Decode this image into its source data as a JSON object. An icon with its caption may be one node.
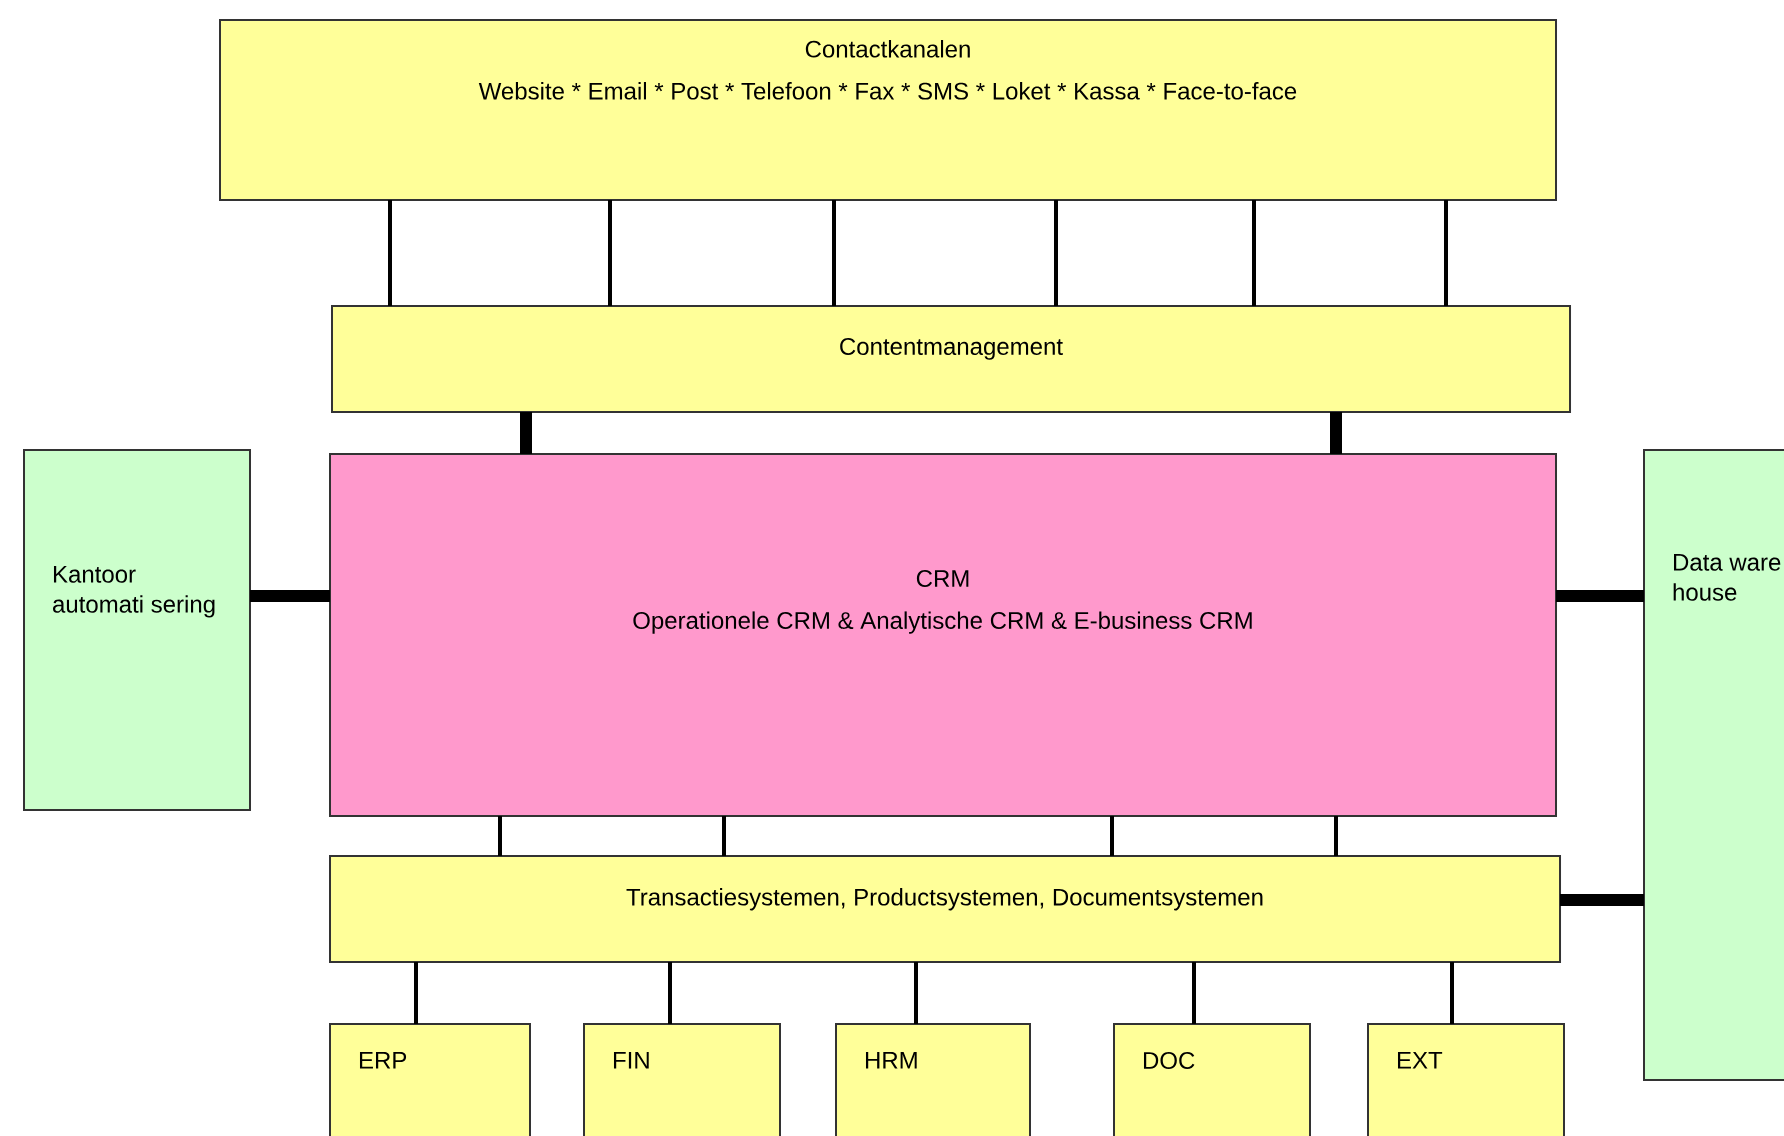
{
  "diagram": {
    "nodes": [
      {
        "text": [
          "Contactkanalen",
          "Website * Email * Post * Telefoon * Fax * SMS * Loket * Kassa * Face-to-face"
        ]
      },
      {
        "text": [
          "Contentmanagement"
        ]
      },
      {
        "text": [
          "CRM",
          "Operationele CRM & Analytische CRM & E-business CRM"
        ]
      },
      {
        "text": [
          "Kantoor automati sering"
        ]
      },
      {
        "text": [
          "Data ware house"
        ]
      },
      {
        "text": [
          "Transactiesystemen, Productsystemen, Documentsystemen"
        ]
      },
      {
        "text": [
          "ERP"
        ]
      },
      {
        "text": [
          "FIN"
        ]
      },
      {
        "text": [
          "HRM"
        ]
      },
      {
        "text": [
          "DOC"
        ]
      },
      {
        "text": [
          "EXT"
        ]
      }
    ],
    "edges": [
      {
        "from": 0,
        "to": 1,
        "arrow": "none"
      },
      {
        "from": 0,
        "to": 1,
        "arrow": "none"
      },
      {
        "from": 0,
        "to": 1,
        "arrow": "none"
      },
      {
        "from": 0,
        "to": 1,
        "arrow": "none"
      },
      {
        "from": 0,
        "to": 1,
        "arrow": "none"
      },
      {
        "from": 0,
        "to": 1,
        "arrow": "none"
      },
      {
        "from": 1,
        "to": 2,
        "arrow": "none",
        "style": "thick"
      },
      {
        "from": 1,
        "to": 2,
        "arrow": "none",
        "style": "thick"
      },
      {
        "from": 3,
        "to": 2,
        "arrow": "none",
        "style": "thick"
      },
      {
        "from": 2,
        "to": 4,
        "arrow": "none",
        "style": "thick"
      },
      {
        "from": 2,
        "to": 5,
        "arrow": "none"
      },
      {
        "from": 2,
        "to": 5,
        "arrow": "none"
      },
      {
        "from": 2,
        "to": 5,
        "arrow": "none"
      },
      {
        "from": 2,
        "to": 5,
        "arrow": "none"
      },
      {
        "from": 5,
        "to": 4,
        "arrow": "none",
        "style": "thick"
      },
      {
        "from": 5,
        "to": 6,
        "arrow": "none"
      },
      {
        "from": 5,
        "to": 7,
        "arrow": "none"
      },
      {
        "from": 5,
        "to": 8,
        "arrow": "none"
      },
      {
        "from": 5,
        "to": 9,
        "arrow": "none"
      },
      {
        "from": 5,
        "to": 10,
        "arrow": "none"
      }
    ]
  }
}
